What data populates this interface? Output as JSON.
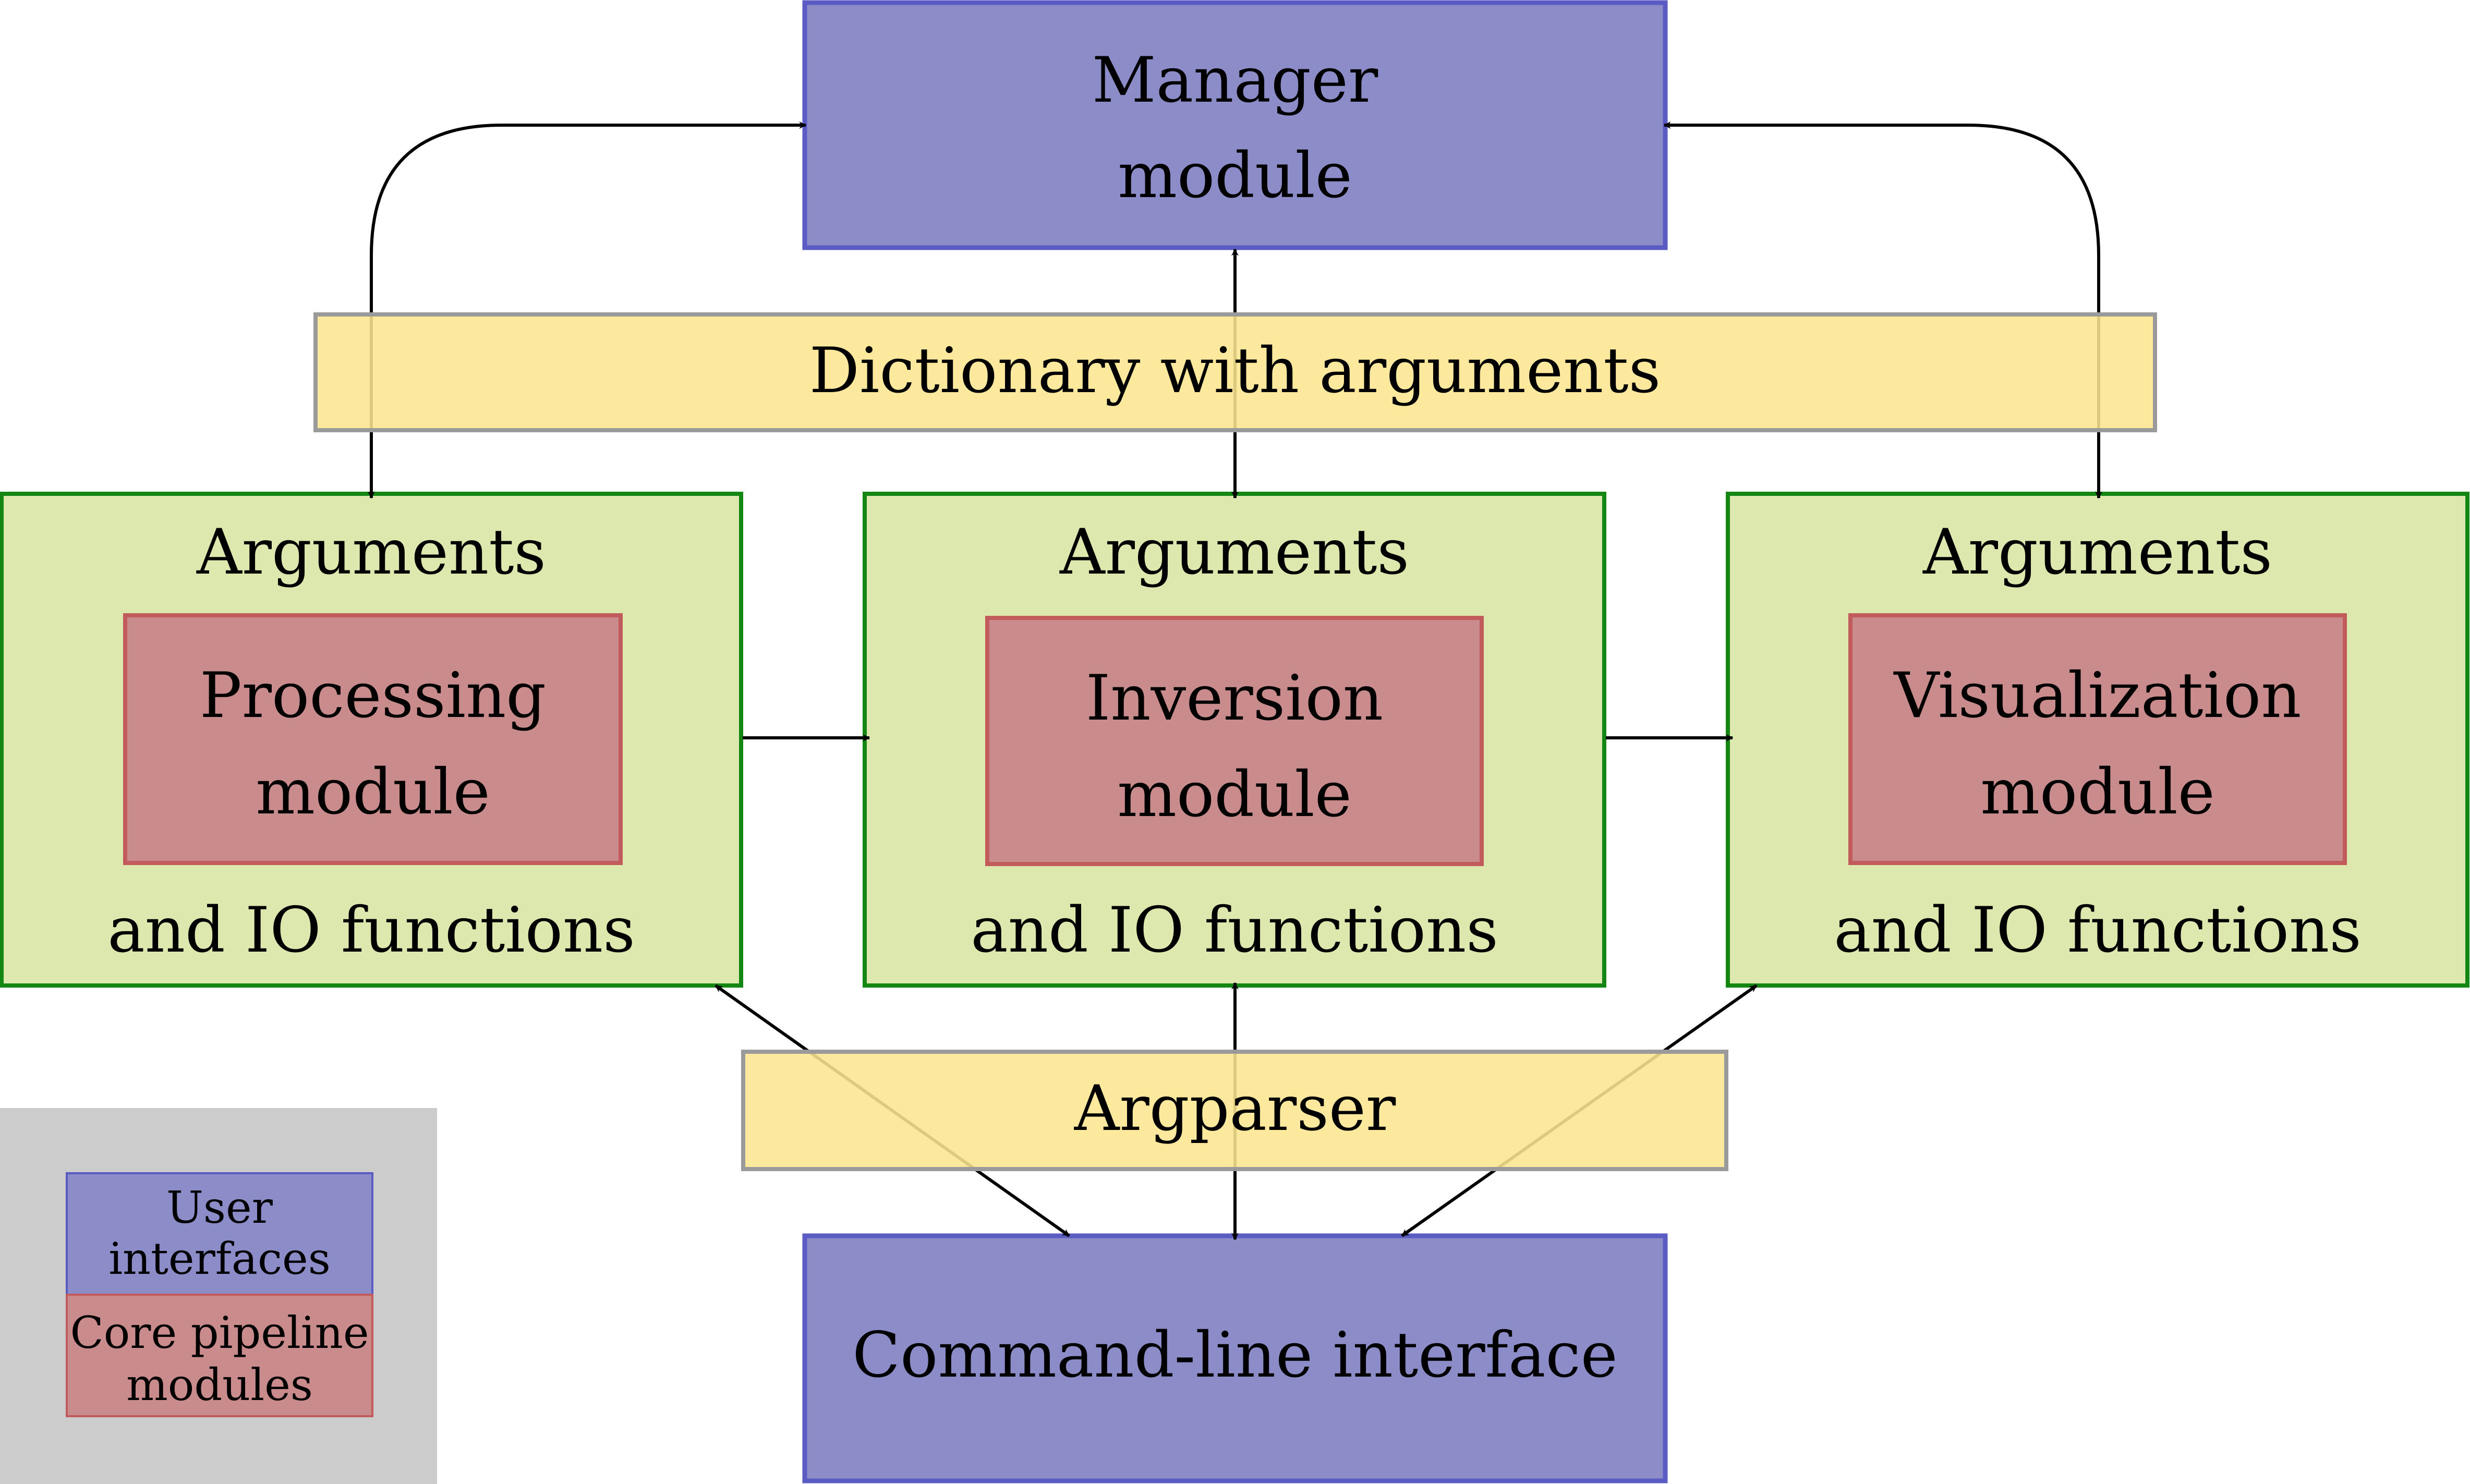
{
  "colors": {
    "user_interface_fill": "#8c8cc9",
    "user_interface_stroke": "#5b5bc4",
    "core_module_fill": "#c98b8b",
    "core_module_stroke": "#c25c5c",
    "arguments_fill": "#dde8ae",
    "arguments_stroke": "#138613",
    "dictionary_fill": "#fde68f",
    "dictionary_stroke": "#9a9a9a",
    "legend_background": "#cccccc"
  },
  "nodes": {
    "manager": {
      "line1": "Manager",
      "line2": "module"
    },
    "dictionary": {
      "label": "Dictionary with arguments"
    },
    "argparser": {
      "label": "Argparser"
    },
    "cli": {
      "label": "Command-line interface"
    },
    "argument_groups": [
      {
        "title": "Arguments",
        "module_line1": "Processing",
        "module_line2": "module",
        "footer": "and IO functions"
      },
      {
        "title": "Arguments",
        "module_line1": "Inversion",
        "module_line2": "module",
        "footer": "and IO functions"
      },
      {
        "title": "Arguments",
        "module_line1": "Visualization",
        "module_line2": "module",
        "footer": "and IO functions"
      }
    ]
  },
  "legend": {
    "items": [
      {
        "line1": "User",
        "line2": "interfaces"
      },
      {
        "line1": "Core pipeline",
        "line2": "modules"
      }
    ]
  }
}
